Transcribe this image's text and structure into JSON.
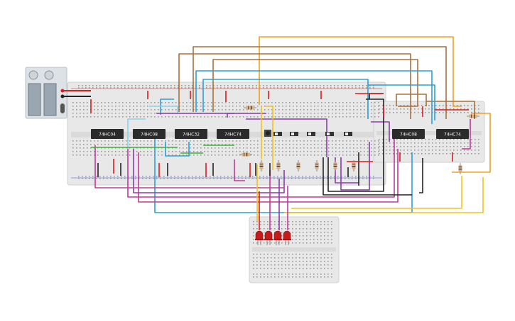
{
  "circuit": {
    "chips": [
      {
        "id": "u1",
        "label": "74HC04"
      },
      {
        "id": "u2",
        "label": "74HC08"
      },
      {
        "id": "u3",
        "label": "74HC32"
      },
      {
        "id": "u4",
        "label": "74HC74"
      },
      {
        "id": "u5",
        "label": "74HC08"
      },
      {
        "id": "u6",
        "label": "74HC74"
      }
    ],
    "leds": [
      {
        "id": "led1",
        "color": "red"
      },
      {
        "id": "led2",
        "color": "red"
      },
      {
        "id": "led3",
        "color": "red"
      },
      {
        "id": "led4",
        "color": "red"
      }
    ],
    "wire_colors": {
      "orange": "#f0a020",
      "brown": "#a8703c",
      "blue": "#2aa0d8",
      "purple": "#8a3ca8",
      "magenta": "#c03a9a",
      "black": "#222222",
      "red": "#d81e1e",
      "yellow": "#f2c418",
      "green": "#3cb13c",
      "light_blue": "#8fd0ec"
    },
    "component_colors": {
      "breadboard": "#e7e7e7",
      "chip": "#2b2b2b",
      "led": "#c41c1c",
      "resistor": "#d9b48a",
      "battery": "#9aa6b2"
    }
  }
}
